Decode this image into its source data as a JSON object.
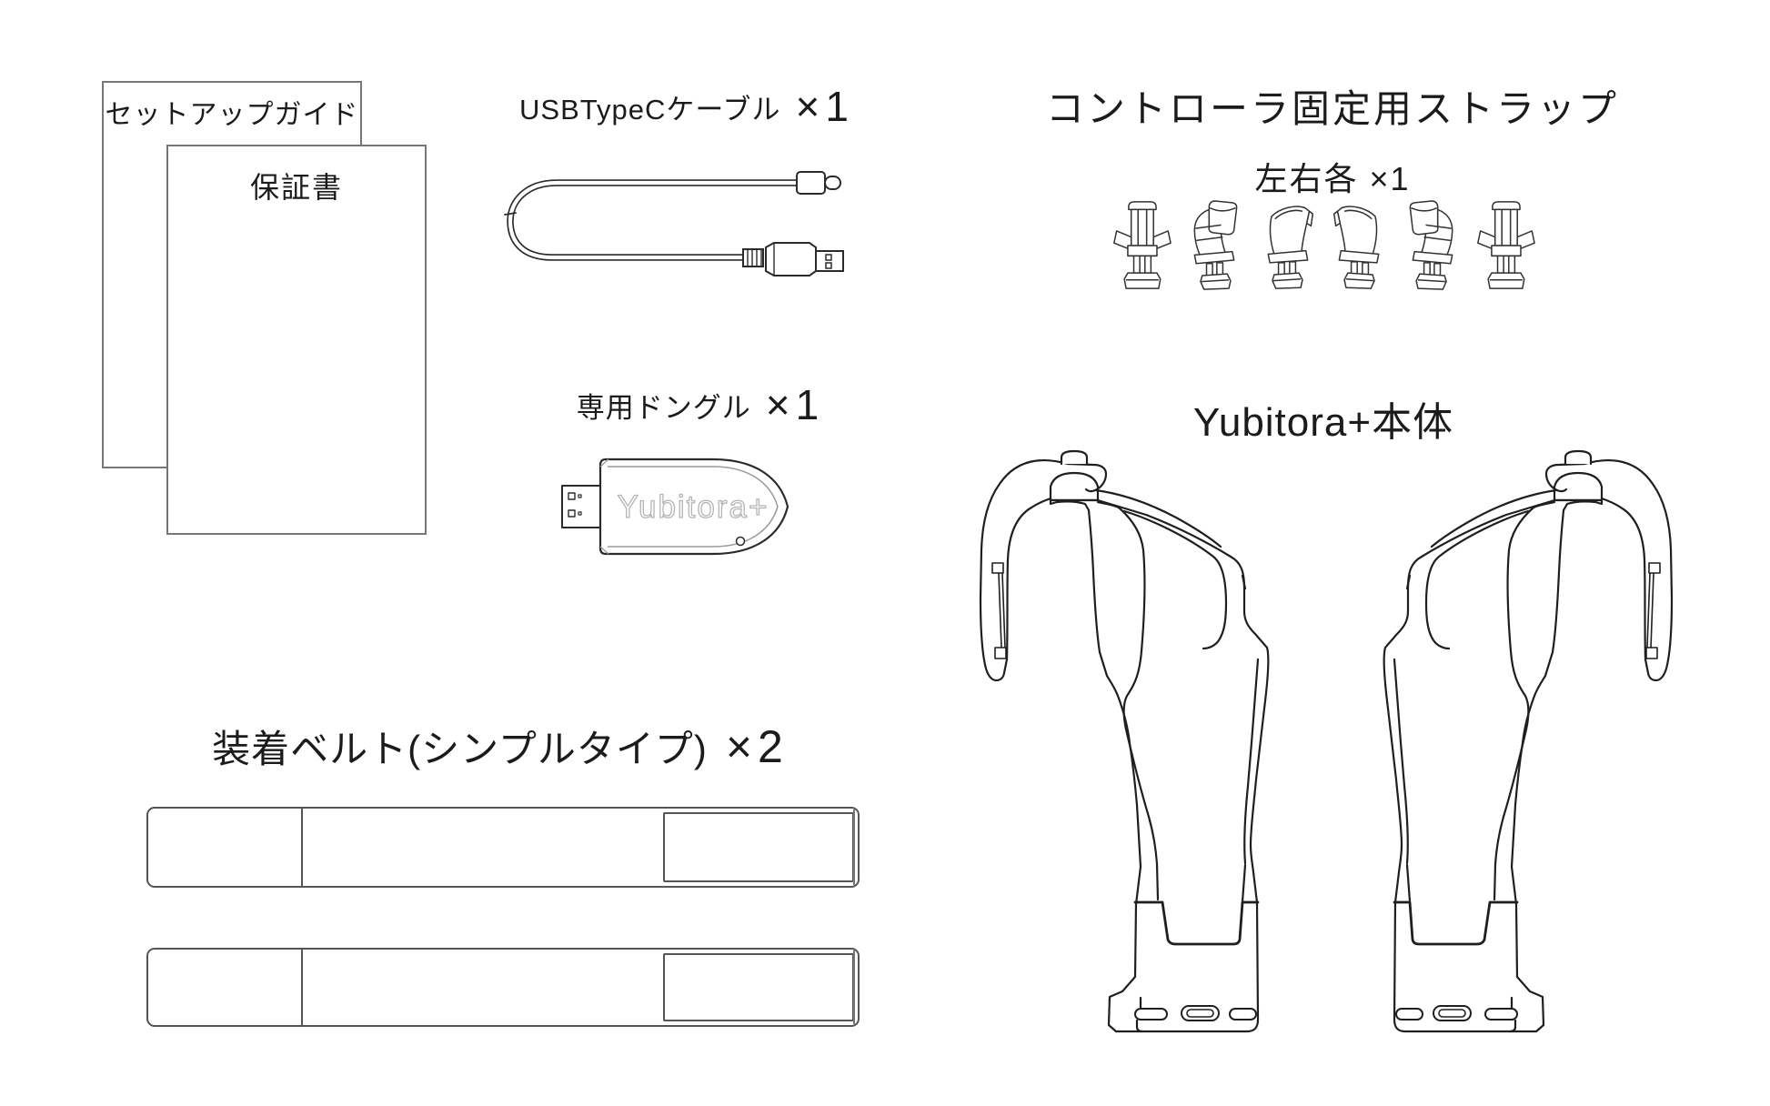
{
  "style": {
    "background": "#ffffff",
    "ink": "#1f1f1f",
    "paper_line": "#777777",
    "belt_line": "#555555",
    "engraving_gray": "#b5b5b5"
  },
  "items": {
    "setup_guide": {
      "label": "セットアップガイド"
    },
    "warranty": {
      "label": "保証書"
    },
    "usb_cable": {
      "label": "USBTypeCケーブル",
      "qty": "×1"
    },
    "dongle": {
      "label": "専用ドングル",
      "qty": "×1",
      "engraving": "Yubitora+"
    },
    "controller_straps": {
      "label": "コントローラ固定用ストラップ",
      "sub_label": "左右各 ×1"
    },
    "main_unit": {
      "label": "Yubitora+本体"
    },
    "belt": {
      "label": "装着ベルト(シンプルタイプ)",
      "qty": "×2"
    }
  }
}
